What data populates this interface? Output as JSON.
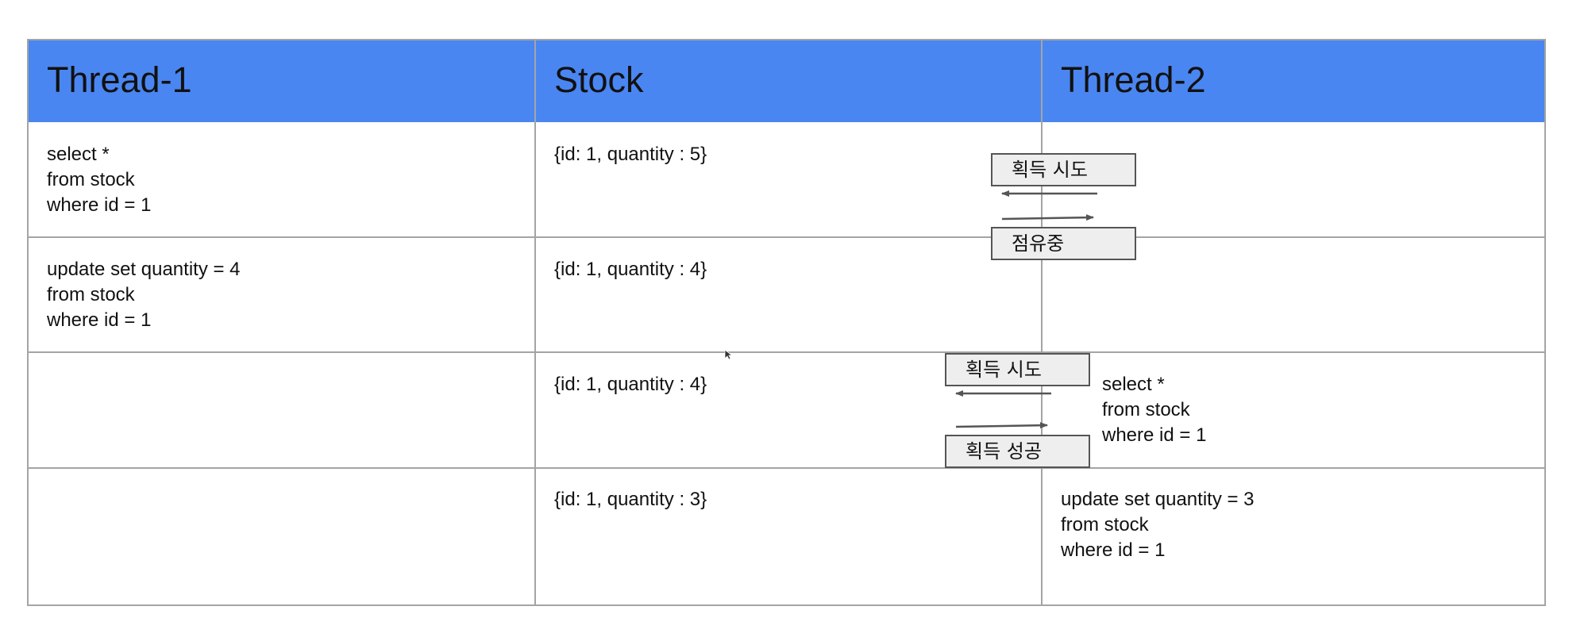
{
  "table": {
    "headers": [
      "Thread-1",
      "Stock",
      "Thread-2"
    ],
    "rows": [
      {
        "thread1": [
          "select *",
          "from stock",
          "where id = 1"
        ],
        "stock": "{id: 1, quantity : 5}",
        "thread2": []
      },
      {
        "thread1": [
          "update set quantity = 4",
          "from stock",
          "where id = 1"
        ],
        "stock": "{id: 1, quantity : 4}",
        "thread2": []
      },
      {
        "thread1": [],
        "stock": "{id: 1, quantity : 4}",
        "thread2": [
          "select *",
          "from stock",
          "where id = 1"
        ]
      },
      {
        "thread1": [],
        "stock": "{id: 1, quantity : 3}",
        "thread2": [
          "update set quantity = 3",
          "from stock",
          "where id = 1"
        ]
      }
    ]
  },
  "lock_annotations": [
    {
      "request_label": "획득 시도",
      "response_label": "점유중"
    },
    {
      "request_label": "획득 시도",
      "response_label": "획득 성공"
    }
  ],
  "colors": {
    "header_background": "#4a86f1",
    "grid_line": "#a4a4a4",
    "badge_fill": "#eeeeee",
    "badge_border": "#555555",
    "arrow": "#555555"
  }
}
